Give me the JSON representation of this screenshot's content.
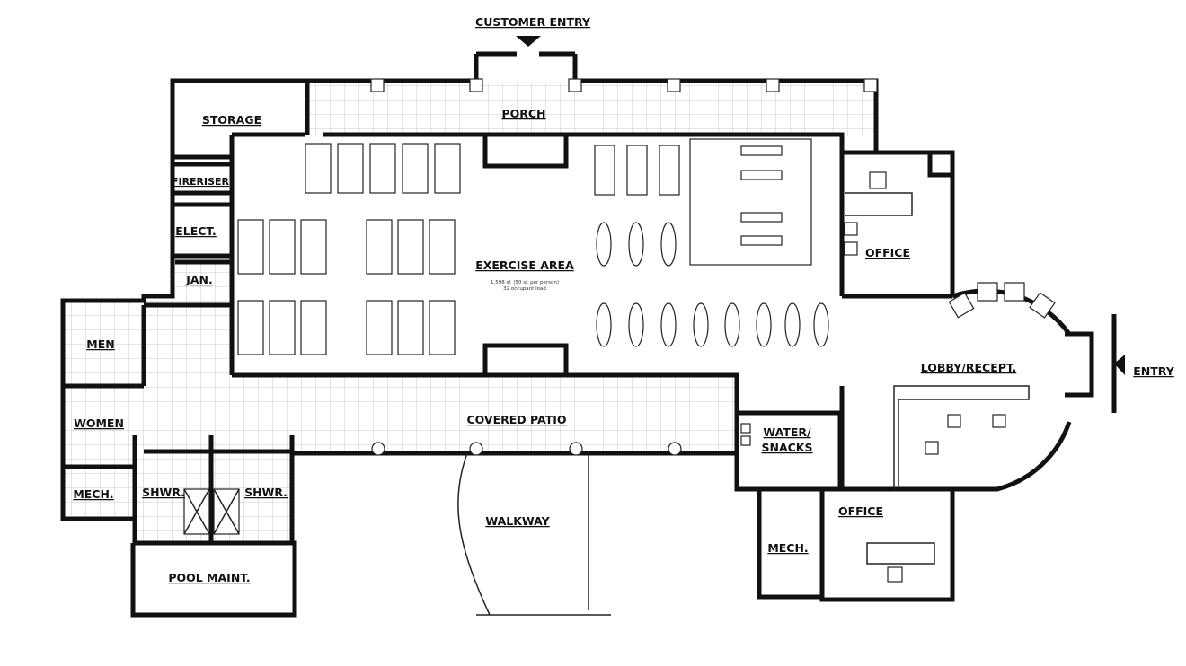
{
  "title": "Fitness Center Floor Plan",
  "labels": {
    "customer_entry": "CUSTOMER ENTRY",
    "porch": "PORCH",
    "storage": "STORAGE",
    "fireriser": "FIRERISER",
    "elect": "ELECT.",
    "jan": "JAN.",
    "men": "MEN",
    "women": "WOMEN",
    "mech_left": "MECH.",
    "shwr_1": "SHWR.",
    "shwr_2": "SHWR.",
    "pool_maint": "POOL MAINT.",
    "exercise_area": "EXERCISE AREA",
    "exercise_area_note_1": "1,598 sf. (50 sf. per person)",
    "exercise_area_note_2": "32 occupant load",
    "covered_patio": "COVERED PATIO",
    "walkway": "WALKWAY",
    "office_top": "OFFICE",
    "lobby": "LOBBY/RECEPT.",
    "entry": "ENTRY",
    "water_snacks_1": "WATER/",
    "water_snacks_2": "SNACKS",
    "mech_right": "MECH.",
    "office_bottom": "OFFICE"
  }
}
